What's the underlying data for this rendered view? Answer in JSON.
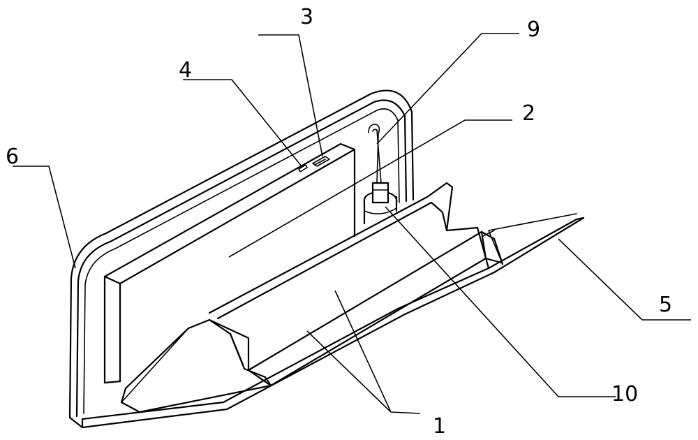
{
  "figure": {
    "type": "patent-line-drawing",
    "callouts": [
      {
        "id": "1",
        "label": "1"
      },
      {
        "id": "2",
        "label": "2"
      },
      {
        "id": "3",
        "label": "3"
      },
      {
        "id": "4",
        "label": "4"
      },
      {
        "id": "5",
        "label": "5"
      },
      {
        "id": "6",
        "label": "6"
      },
      {
        "id": "9",
        "label": "9"
      },
      {
        "id": "10",
        "label": "10"
      }
    ]
  }
}
